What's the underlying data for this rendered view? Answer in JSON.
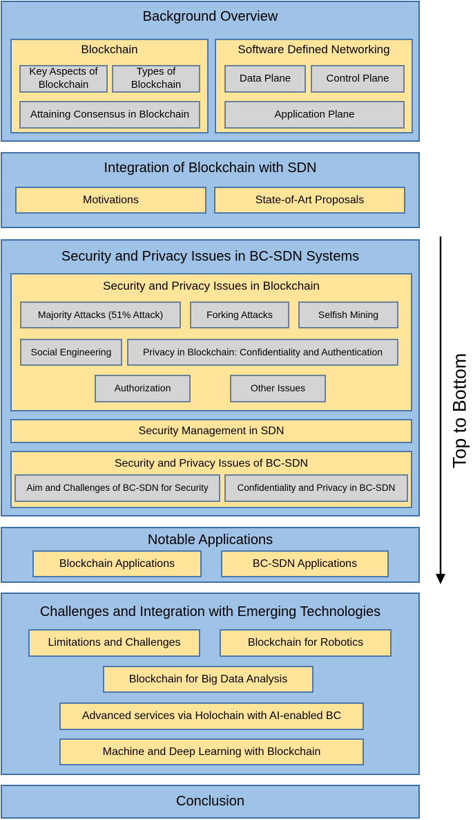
{
  "side_label": "Top to Bottom",
  "colors": {
    "section_fill": "#9fc3e6",
    "section_border": "#3e6fa6",
    "box_fill": "#ffe49a",
    "item_fill": "#d4d4d4",
    "arrow": "#000000"
  },
  "background": {
    "title": "Background Overview",
    "blockchain": {
      "title": "Blockchain",
      "items": [
        "Key Aspects of Blockchain",
        "Types of Blockchain",
        "Attaining Consensus in Blockchain"
      ]
    },
    "sdn": {
      "title": "Software Defined Networking",
      "items": [
        "Data Plane",
        "Control Plane",
        "Application Plane"
      ]
    }
  },
  "integration": {
    "title": "Integration of Blockchain with SDN",
    "items": [
      "Motivations",
      "State-of-Art Proposals"
    ]
  },
  "security": {
    "title": "Security and Privacy Issues in BC-SDN Systems",
    "blockchain_issues": {
      "title": "Security and Privacy Issues in Blockchain",
      "items": [
        "Majority Attacks (51% Attack)",
        "Forking Attacks",
        "Selfish Mining",
        "Social Engineering",
        "Privacy in Blockchain: Confidentiality and Authentication",
        "Authorization",
        "Other Issues"
      ]
    },
    "sdn_management": "Security Management in SDN",
    "bcsdn_issues": {
      "title": "Security and Privacy Issues of BC-SDN",
      "items": [
        "Aim and Challenges of BC-SDN for Security",
        "Confidentiality and Privacy in BC-SDN"
      ]
    }
  },
  "applications": {
    "title": "Notable Applications",
    "items": [
      "Blockchain Applications",
      "BC-SDN Applications"
    ]
  },
  "challenges": {
    "title": "Challenges and Integration with Emerging Technologies",
    "items": [
      "Limitations and Challenges",
      "Blockchain for Robotics",
      "Blockchain for Big Data Analysis",
      "Advanced services via Holochain with AI-enabled BC",
      "Machine and Deep Learning with Blockchain"
    ]
  },
  "conclusion": {
    "title": "Conclusion"
  }
}
